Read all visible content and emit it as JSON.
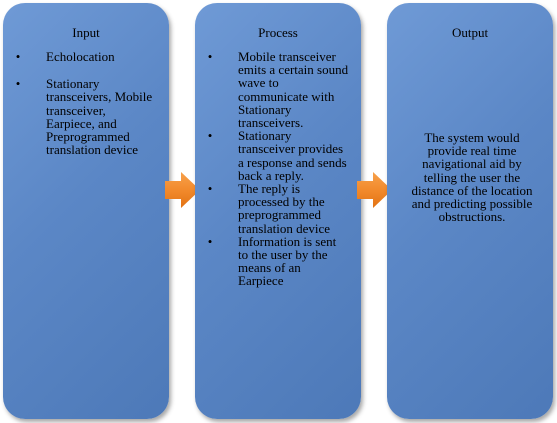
{
  "panels": {
    "input": {
      "title": "Input",
      "bullets": [
        "Echolocation",
        "Stationary transceivers, Mobile transceiver, Earpiece, and Preprogrammed translation device"
      ]
    },
    "process": {
      "title": "Process",
      "bullets": [
        "Mobile transceiver emits a certain sound wave to communicate with Stationary transceivers.",
        "Stationary transceiver provides a response and sends back a reply.",
        "The reply is processed by the preprogrammed translation device",
        "Information is sent to the user by the means of an Earpiece"
      ]
    },
    "output": {
      "title": "Output",
      "text": "The system would provide real time navigational aid by telling the user the distance of the location and predicting possible obstructions."
    }
  },
  "bullet_symbol": "•",
  "colors": {
    "panel_fill": "#5b87c6",
    "arrow_fill": "#f28a2c"
  }
}
